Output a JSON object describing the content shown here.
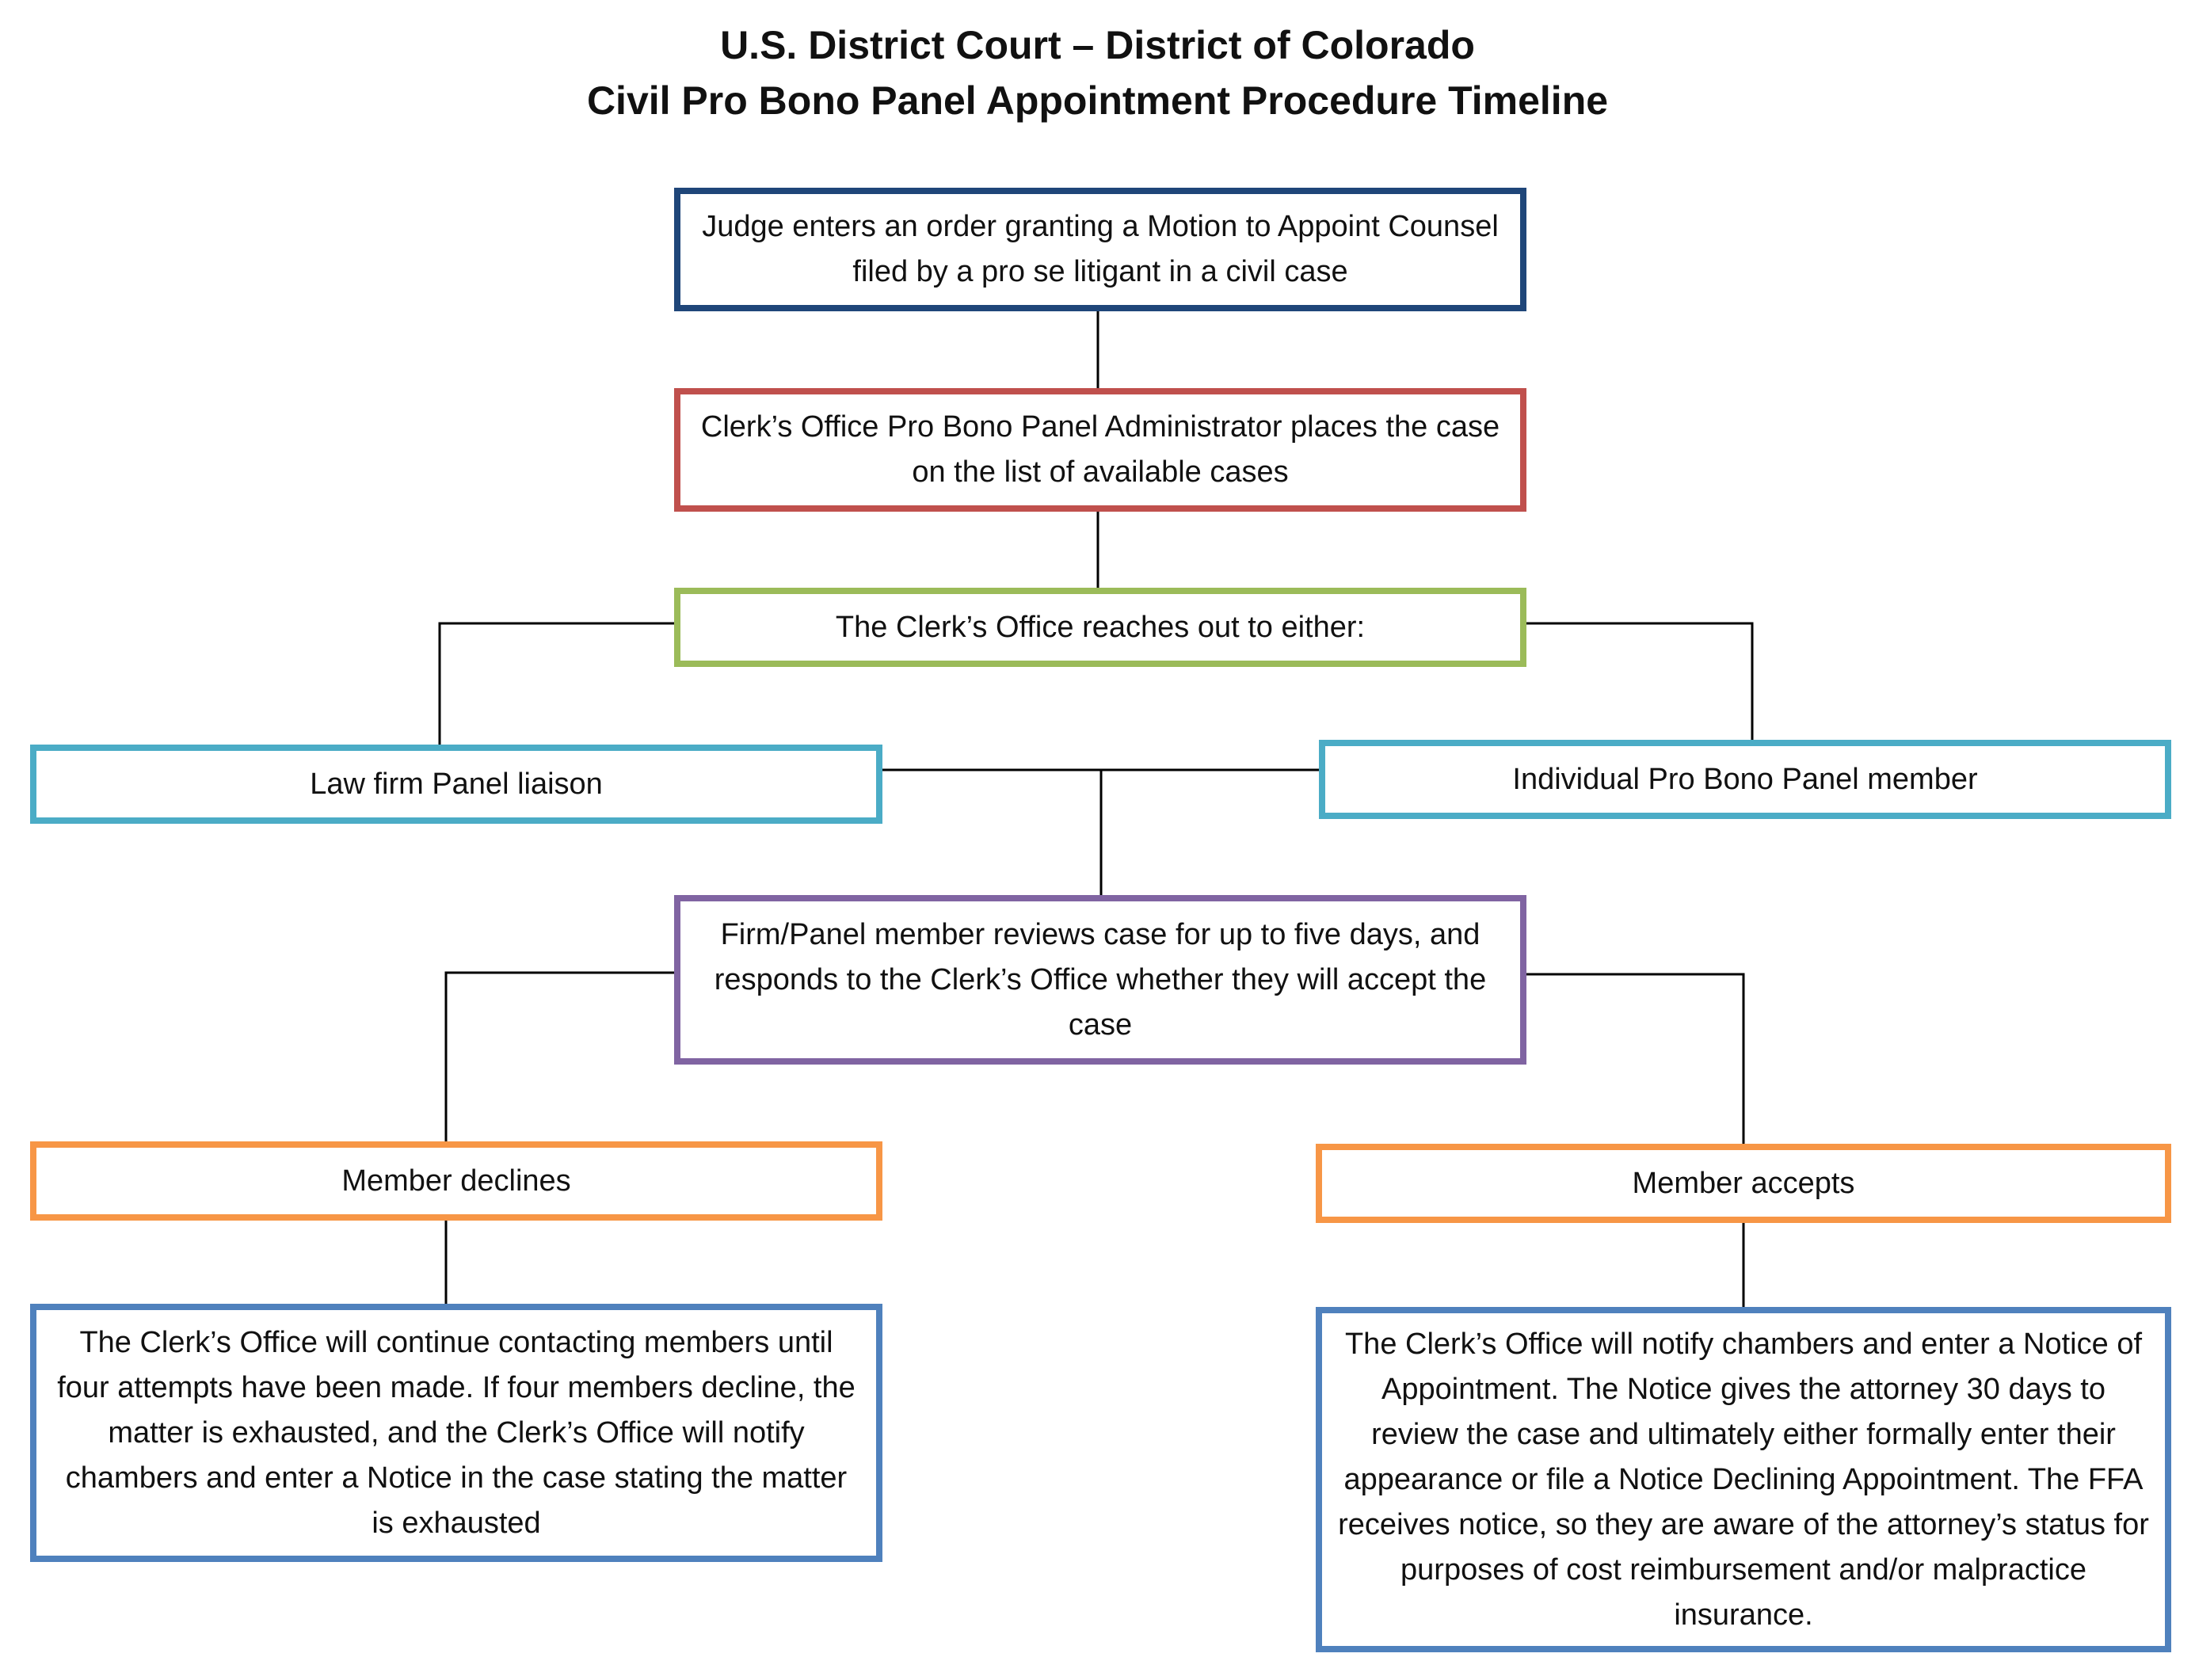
{
  "title": {
    "line1": "U.S. District Court – District of Colorado",
    "line2": "Civil Pro Bono Panel Appointment Procedure Timeline"
  },
  "colors": {
    "connector": "#000000",
    "order_border": "#1f4679",
    "clerk_list_border": "#c0504d",
    "reach_out_border": "#9bbb59",
    "contact_border": "#4bacc6",
    "review_border": "#8064a2",
    "decision_border": "#f79646",
    "outcome_border": "#4f81bd"
  },
  "nodes": {
    "order": "Judge enters an order granting a Motion to Appoint Counsel filed by a pro se litigant in a civil case",
    "clerk_list": "Clerk’s Office Pro Bono Panel Administrator places the case on the list of available cases",
    "reach_out": "The Clerk’s Office reaches out to either:",
    "law_firm": "Law firm Panel liaison",
    "individual": "Individual Pro Bono Panel member",
    "review": "Firm/Panel member reviews case for up to five days, and responds to the Clerk’s Office whether they will accept the case",
    "declines": "Member declines",
    "accepts": "Member accepts",
    "exhausted": "The Clerk’s Office will continue contacting members until four attempts have been made. If four members decline, the matter is exhausted, and the Clerk’s Office will notify chambers and enter a Notice in the case stating the matter is exhausted",
    "appointment": "The Clerk’s Office will notify chambers and enter a Notice of Appointment. The Notice gives the attorney 30 days to review the case and ultimately either formally enter their appearance or file a Notice Declining Appointment. The FFA receives notice, so they are aware of the attorney’s status for purposes of cost reimbursement and/or malpractice insurance."
  }
}
